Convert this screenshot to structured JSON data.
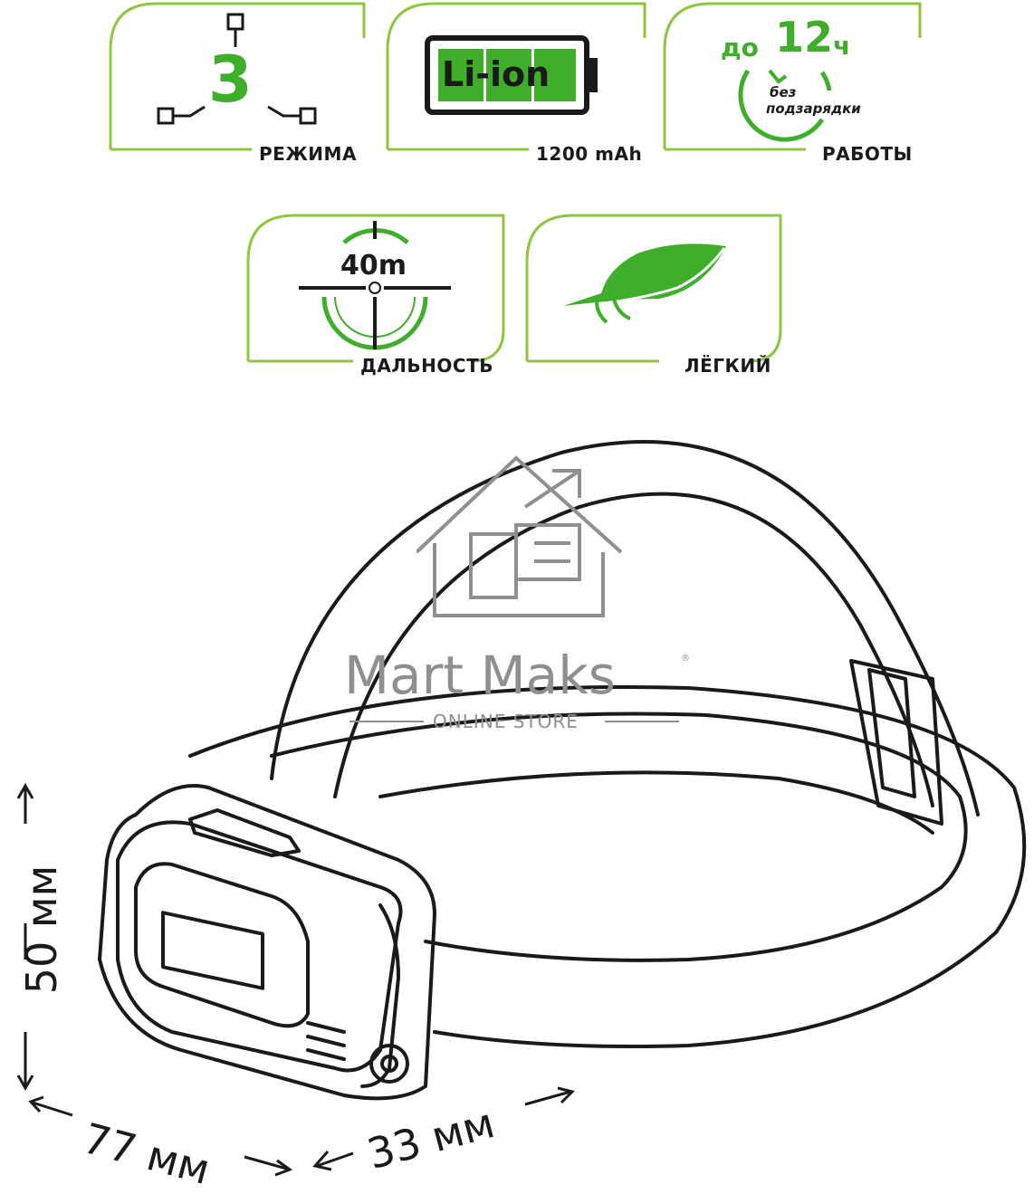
{
  "features": {
    "modes": {
      "number": "3",
      "label": "РЕЖИМА",
      "icon": "mode-switch-icon"
    },
    "battery": {
      "text": "Li-ion",
      "label": "1200 mAh",
      "icon": "battery-icon"
    },
    "runtime": {
      "prefix": "до",
      "hours": "12",
      "unit": "ч",
      "line1": "без",
      "line2": "подзарядки",
      "label": "РАБОТЫ",
      "icon": "clock-icon"
    },
    "range": {
      "value": "40m",
      "label": "ДАЛЬНОСТЬ",
      "icon": "crosshair-icon"
    },
    "weight": {
      "label": "ЛЁГКИЙ",
      "icon": "feather-icon"
    }
  },
  "dimensions": {
    "height": "50 мм",
    "width": "77 мм",
    "depth": "33 мм"
  },
  "watermark": {
    "name": "Mart Maks",
    "registered": "®",
    "subtitle": "ONLINE STORE"
  },
  "colors": {
    "accent": "#3fae2a",
    "ink": "#1a1a1a",
    "watermark": "#8f8f8f",
    "card_border": "#8dc63f"
  }
}
